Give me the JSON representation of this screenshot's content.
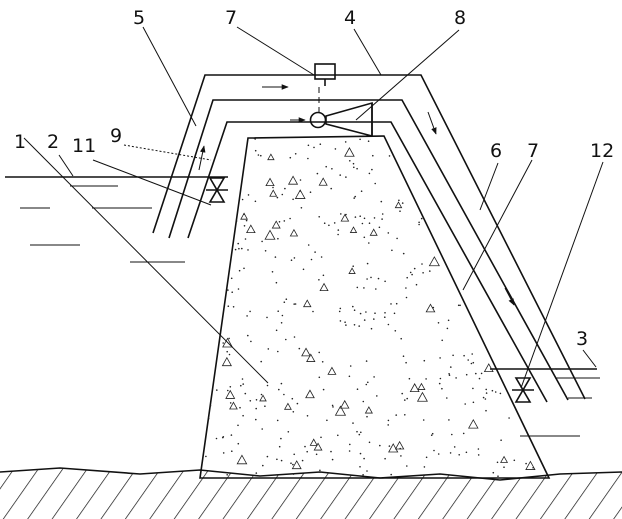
{
  "diagram": {
    "labels": {
      "l1": "1",
      "l2": "2",
      "l3": "3",
      "l4": "4",
      "l5": "5",
      "l6": "6",
      "l7a": "7",
      "l7b": "7",
      "l8": "8",
      "l9": "9",
      "l11": "11",
      "l12": "12"
    },
    "colors": {
      "line": "#111111",
      "background": "#ffffff"
    }
  }
}
